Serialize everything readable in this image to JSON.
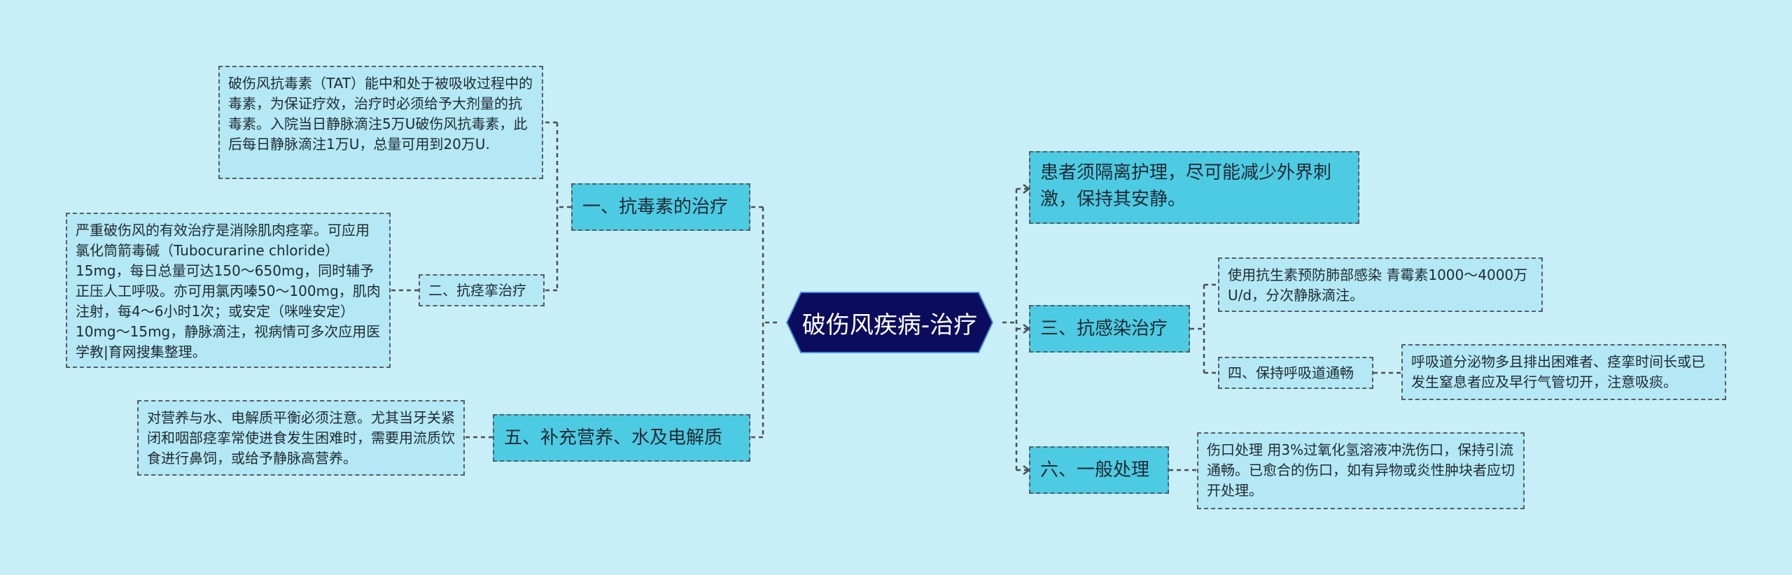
{
  "root": {
    "label": "破伤风疾病-治疗"
  },
  "left": {
    "b1": {
      "label": "一、抗毒素的治疗",
      "detail": "破伤风抗毒素（TAT）能中和处于被吸收过程中的毒素，为保证疗效，治疗时必须给予大剂量的抗毒素。入院当日静脉滴注5万U破伤风抗毒素，此后每日静脉滴注1万U，总量可用到20万U."
    },
    "b2": {
      "label": "二、抗痉挛治疗",
      "detail": "严重破伤风的有效治疗是消除肌肉痉挛。可应用氯化筒箭毒碱（Tubocurarine chloride）15mg，每日总量可达150～650mg，同时辅予正压人工呼吸。亦可用氯丙嗪50～100mg，肌肉注射，每4～6小时1次；或安定（咪唑安定）10mg～15mg，静脉滴注，视病情可多次应用医学教|育网搜集整理。"
    },
    "b5": {
      "label": "五、补充营养、水及电解质",
      "detail": "对营养与水、电解质平衡必须注意。尤其当牙关紧闭和咽部痉挛常使进食发生困难时，需要用流质饮食进行鼻饲，或给予静脉高营养。"
    }
  },
  "right": {
    "iso": {
      "detail": "患者须隔离护理，尽可能减少外界刺激，保持其安静。"
    },
    "b3": {
      "label": "三、抗感染治疗",
      "detail": "使用抗生素预防肺部感染 青霉素1000～4000万U/d，分次静脉滴注。"
    },
    "b4": {
      "label": "四、保持呼吸道通畅",
      "detail": "呼吸道分泌物多且排出困难者、痉挛时间长或已发生窒息者应及早行气管切开，注意吸痰。"
    },
    "b6": {
      "label": "六、一般处理",
      "detail": "伤口处理 用3%过氧化氢溶液冲洗伤口，保持引流通畅。已愈合的伤口，如有异物或炎性肿块者应切开处理。"
    }
  },
  "colors": {
    "background": "#c8eff7",
    "root": "#0c0c5e",
    "branch": "#4dcbe3",
    "leaf": "#b3e8f4",
    "line": "#4a4f55"
  }
}
